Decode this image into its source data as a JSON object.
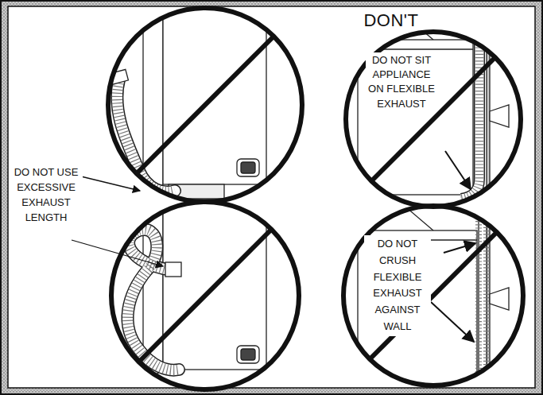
{
  "diagram": {
    "title": "DON'T",
    "labels": [
      "DO NOT USE EXCESSIVE EXHAUST LENGTH",
      "DO NOT SIT APPLIANCE ON FLEXIBLE EXHAUST",
      "DO NOT CRUSH FLEXIBLE EXHAUST AGAINST WALL"
    ]
  }
}
